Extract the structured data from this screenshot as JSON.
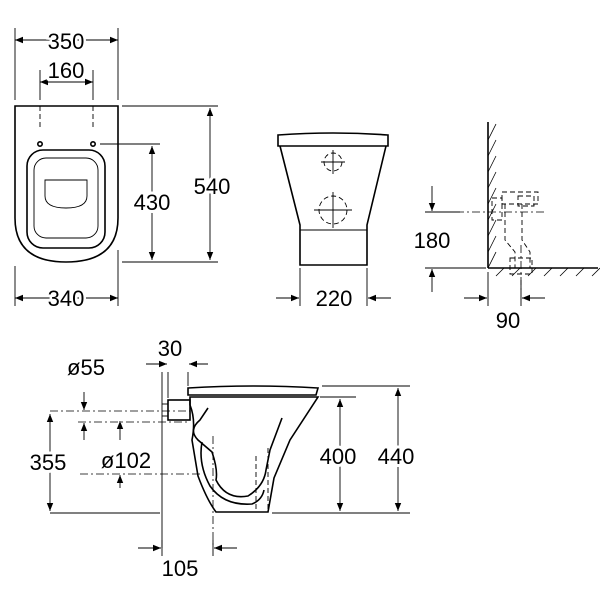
{
  "dimensions": {
    "top_width": "350",
    "hole_spacing": "160",
    "depth": "540",
    "inner_depth": "430",
    "bottom_width": "340",
    "front_base_width": "220",
    "outlet_height": "180",
    "outlet_offset": "90",
    "pipe_diameter": "ø55",
    "inlet_offset": "30",
    "inlet_height": "355",
    "outlet_diameter": "ø102",
    "bowl_height": "400",
    "total_height": "440",
    "base_depth": "105"
  }
}
